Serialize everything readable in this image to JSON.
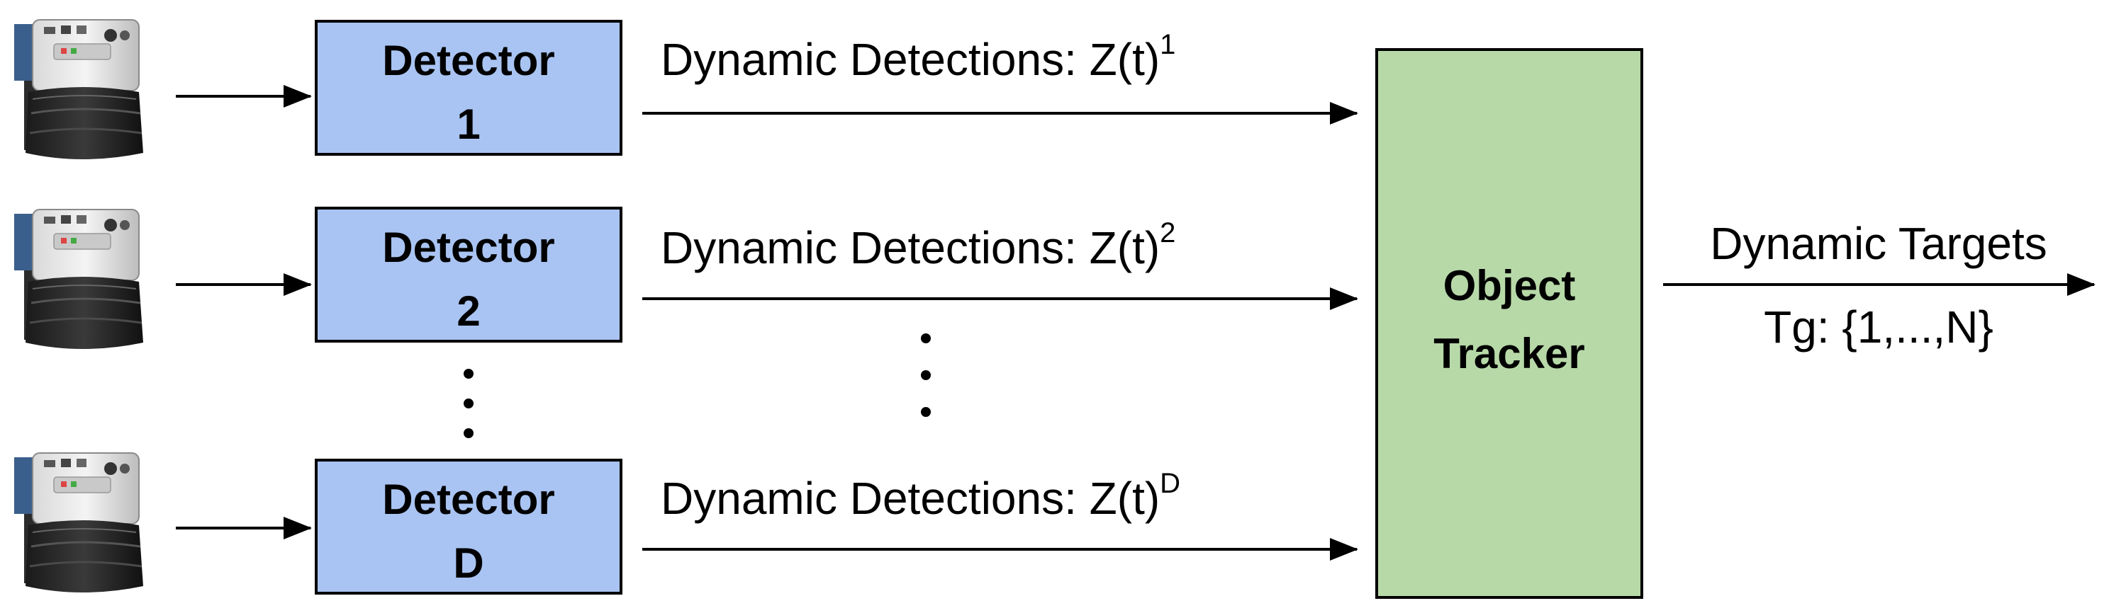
{
  "diagram": {
    "sensors": [
      {
        "name": "laser-scanner-1"
      },
      {
        "name": "laser-scanner-2"
      },
      {
        "name": "laser-scanner-D"
      }
    ],
    "detectors": [
      {
        "line1": "Detector",
        "line2": "1"
      },
      {
        "line1": "Detector",
        "line2": "2"
      },
      {
        "line1": "Detector",
        "line2": "D"
      }
    ],
    "detections": [
      {
        "text": "Dynamic Detections: Z(t)",
        "superscript": "1"
      },
      {
        "text": "Dynamic Detections: Z(t)",
        "superscript": "2"
      },
      {
        "text": "Dynamic Detections: Z(t)",
        "superscript": "D"
      }
    ],
    "tracker": {
      "line1": "Object",
      "line2": "Tracker"
    },
    "output": {
      "line1": "Dynamic Targets",
      "line2": "Tg: {1,...,N}"
    },
    "colors": {
      "detector_fill": "#a9c4f2",
      "tracker_fill": "#b7d9a8",
      "stroke": "#000000"
    },
    "icons": {
      "sensor": "laser-scanner-icon",
      "ellipsis": "vertical-ellipsis-icon"
    }
  }
}
